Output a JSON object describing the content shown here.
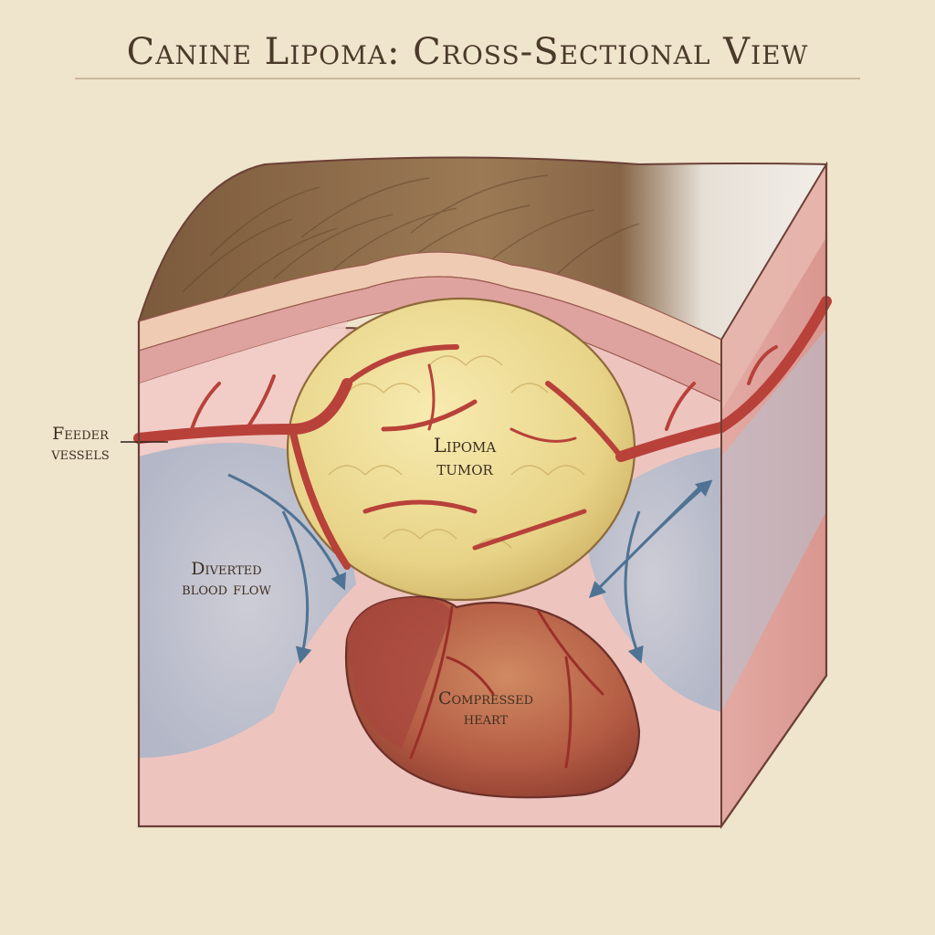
{
  "title": "Canine Lipoma: Cross-Sectional View",
  "labels": {
    "feeder_vessels": {
      "line1": "Feeder",
      "line2": "vessels"
    },
    "diverted_blood_flow": {
      "line1": "Diverted",
      "line2": "blood flow"
    },
    "lipoma_tumor": {
      "line1": "Lipoma",
      "line2": "tumor"
    },
    "compressed_heart": {
      "line1": "Compressed",
      "line2": "heart"
    }
  },
  "colors": {
    "parchment": "#efe4cc",
    "fur_brown": "#8a6a48",
    "fur_white": "#ece7df",
    "skin_pink": "#e9b4ae",
    "tissue_pink": "#efc2bf",
    "fat_yellow": "#ecd98c",
    "vessel_red": "#b8413a",
    "flow_blue": "#9fb6cf",
    "heart_red": "#a94a3a",
    "outline": "#6b4036"
  }
}
